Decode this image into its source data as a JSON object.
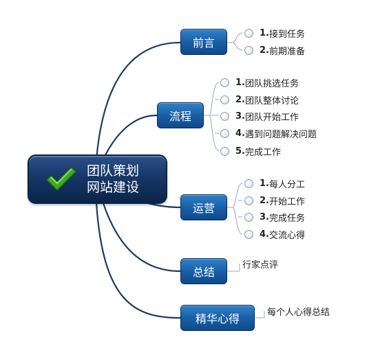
{
  "root": {
    "line1": "团队策划",
    "line2": "网站建设",
    "icon": "checkmark-icon"
  },
  "branches": {
    "preface": {
      "label": "前言",
      "items": [
        {
          "num": "1.",
          "text": "接到任务"
        },
        {
          "num": "2.",
          "text": "前期准备"
        }
      ]
    },
    "process": {
      "label": "流程",
      "items": [
        {
          "num": "1.",
          "text": "团队挑选任务"
        },
        {
          "num": "2.",
          "text": "团队整体讨论"
        },
        {
          "num": "3.",
          "text": "团队开始工作"
        },
        {
          "num": "4.",
          "text": "遇到问题解决问题"
        },
        {
          "num": "5.",
          "text": "完成工作"
        }
      ]
    },
    "operation": {
      "label": "运营",
      "items": [
        {
          "num": "1.",
          "text": "每人分工"
        },
        {
          "num": "2.",
          "text": "开始工作"
        },
        {
          "num": "3.",
          "text": "完成任务"
        },
        {
          "num": "4.",
          "text": "交流心得"
        }
      ]
    },
    "summary": {
      "label": "总结",
      "note": "行家点评"
    },
    "essence": {
      "label": "精华心得",
      "note": "每个人心得总结"
    }
  },
  "colors": {
    "connector": "#1b3a66",
    "node": "#1a5fa6",
    "root": "#173768",
    "check": "#3faa1f"
  }
}
